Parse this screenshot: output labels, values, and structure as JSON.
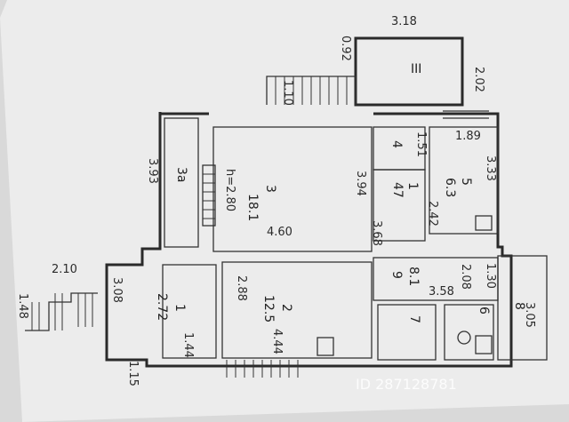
{
  "plan": {
    "rooms": [
      {
        "id": "1",
        "number": "1",
        "area": "2.72"
      },
      {
        "id": "2",
        "number": "2",
        "area": "12.5"
      },
      {
        "id": "3",
        "number": "3",
        "area": "18.1"
      },
      {
        "id": "3a",
        "number": "3а",
        "area": ""
      },
      {
        "id": "4",
        "number": "4",
        "area": ""
      },
      {
        "id": "5",
        "number": "5",
        "area": "6.3"
      },
      {
        "id": "6",
        "number": "6",
        "area": ""
      },
      {
        "id": "7",
        "number": "7",
        "area": ""
      },
      {
        "id": "8",
        "number": "8",
        "area": ""
      },
      {
        "id": "9",
        "number": "9",
        "area": "8.1"
      },
      {
        "id": "1b",
        "number": "1",
        "area": "47"
      },
      {
        "id": "III",
        "number": "III",
        "area": ""
      }
    ],
    "ceiling_height": "h=2.80",
    "dimensions": {
      "d318": "3.18",
      "d092": "0.92",
      "d202": "2.02",
      "d110": "1.10",
      "d393": "3.93",
      "d394": "3.94",
      "d460": "4.60",
      "d151": "1.51",
      "d189": "1.89",
      "d333": "3.33",
      "d368": "3.68",
      "d242": "2.42",
      "d288": "2.88",
      "d308": "3.08",
      "d210": "2.10",
      "d148": "1.48",
      "d144": "1.44",
      "d444": "4.44",
      "d115": "1.15",
      "d208": "2.08",
      "d130": "1.30",
      "d358": "3.58",
      "d305": "3.05"
    },
    "watermark": "ID 287128781"
  }
}
